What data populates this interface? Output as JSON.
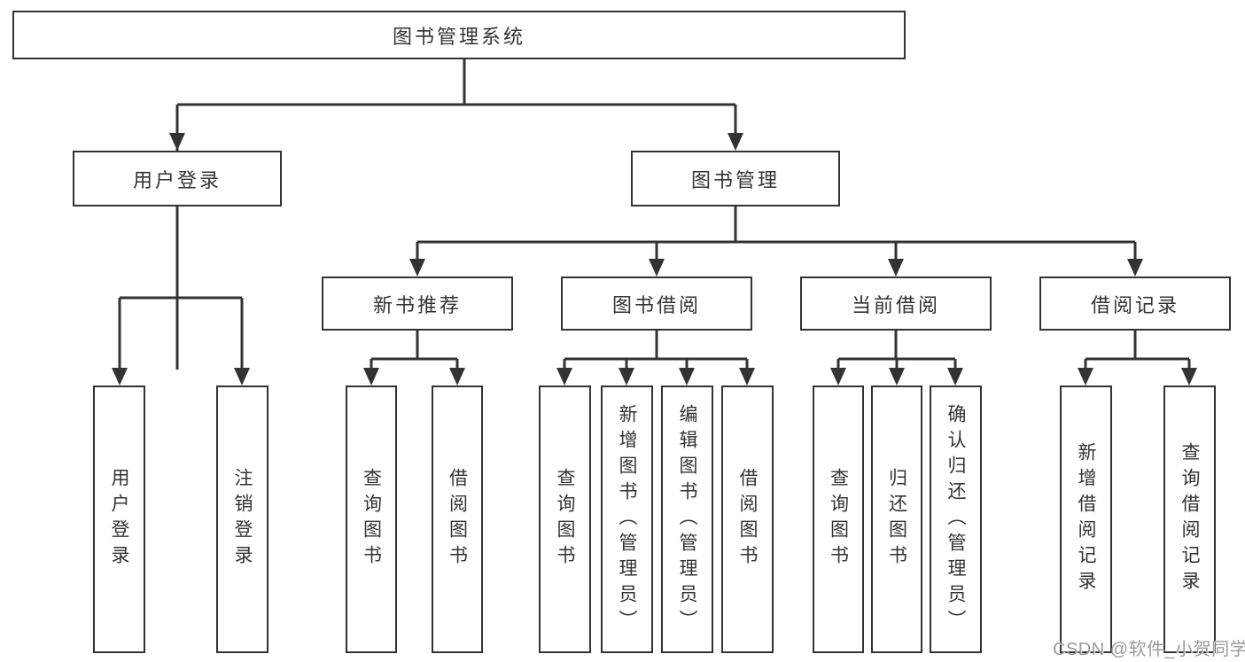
{
  "nodes": {
    "root": "图书管理系统",
    "user_login": "用户登录",
    "book_management": "图书管理",
    "new_book_recommend": "新书推荐",
    "book_borrow": "图书借阅",
    "current_borrow": "当前借阅",
    "borrow_record": "借阅记录",
    "leaf_user_login": "用户登录",
    "leaf_logout": "注销登录",
    "leaf_nbr_query_book": "查询图书",
    "leaf_nbr_borrow_book": "借阅图书",
    "leaf_bb_query_book": "查询图书",
    "leaf_bb_add_book": "新增图书（管理员）",
    "leaf_bb_edit_book": "编辑图书（管理员）",
    "leaf_bb_borrow_book": "借阅图书",
    "leaf_cb_query_book": "查询图书",
    "leaf_cb_return_book": "归还图书",
    "leaf_cb_confirm_return": "确认归还（管理员）",
    "leaf_br_add_record": "新增借阅记录",
    "leaf_br_query_record": "查询借阅记录"
  },
  "watermark": "CSDN @软件_小贺同学",
  "colors": {
    "line": "#333333",
    "text": "#333333",
    "watermark": "#9b9b9b",
    "background": "#ffffff"
  }
}
